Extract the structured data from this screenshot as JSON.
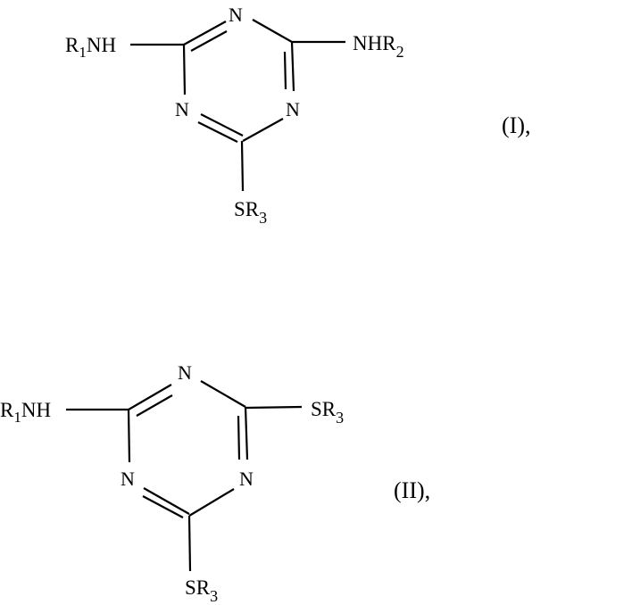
{
  "structures": [
    {
      "id": "I",
      "label": "(I),",
      "ring_atoms": [
        "N",
        "N",
        "N"
      ],
      "substituents": {
        "left": {
          "main": "R",
          "sub": "1",
          "tail": "NH"
        },
        "right": {
          "main": "NHR",
          "sub": "2"
        },
        "bottom": {
          "main": "SR",
          "sub": "3"
        }
      }
    },
    {
      "id": "II",
      "label": "(II),",
      "ring_atoms": [
        "N",
        "N",
        "N"
      ],
      "substituents": {
        "left": {
          "main": "R",
          "sub": "1",
          "tail": "NH"
        },
        "right": {
          "main": "SR",
          "sub": "3"
        },
        "bottom": {
          "main": "SR",
          "sub": "3"
        }
      }
    }
  ],
  "colors": {
    "ink": "#000000",
    "background": "#ffffff"
  }
}
